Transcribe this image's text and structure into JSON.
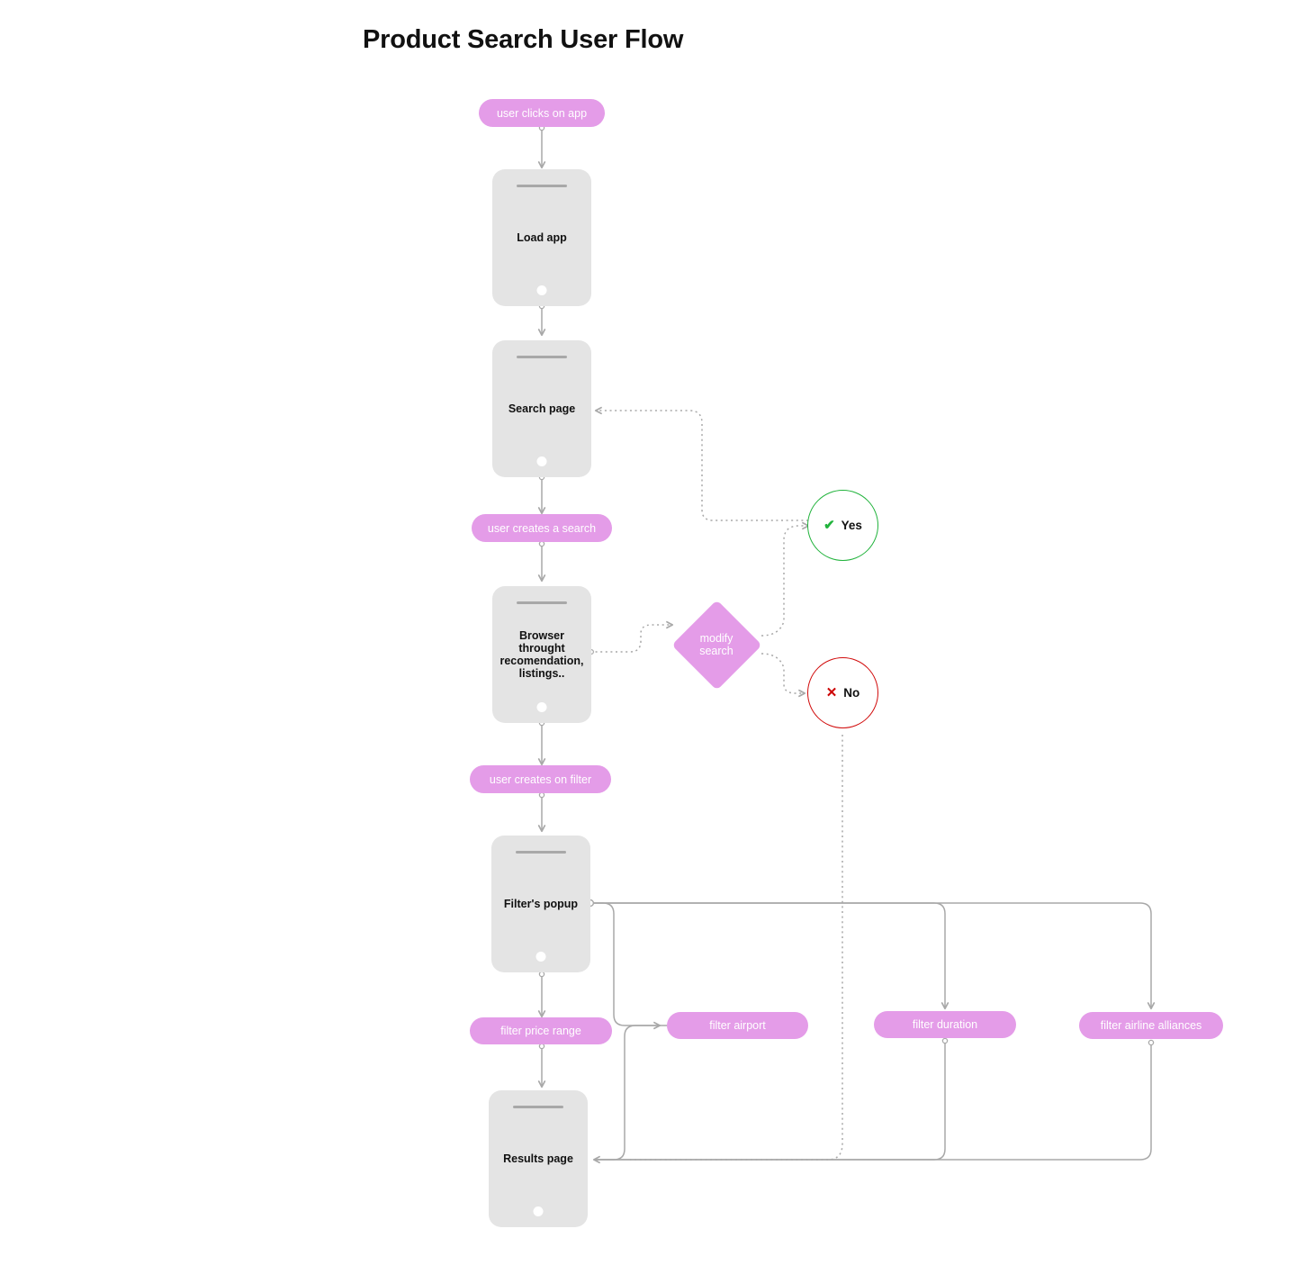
{
  "page": {
    "title": "Product Search User Flow",
    "background_color": "#ffffff"
  },
  "theme": {
    "pill_color": "#e49ce8",
    "pill_text_color": "#ffffff",
    "screen_color": "#e4e4e4",
    "screen_text_color": "#111111",
    "diamond_color": "#e49ce8",
    "yes_color": "#21b33c",
    "no_color": "#d10b0b",
    "connector_color": "#a8a8a8"
  },
  "nodes": {
    "start_event": {
      "label": "user clicks on app",
      "type": "pill"
    },
    "load_app": {
      "label": "Load app",
      "type": "screen"
    },
    "search_page": {
      "label": "Search page",
      "type": "screen"
    },
    "user_creates_search": {
      "label": "user creates a search",
      "type": "pill"
    },
    "browse": {
      "label": "Browser throught recomendation, listings..",
      "type": "screen"
    },
    "modify_search": {
      "label": "modify\nsearch",
      "line1": "modify",
      "line2": "search",
      "type": "diamond"
    },
    "decision_yes": {
      "label": "Yes",
      "glyph": "✔",
      "icon_name": "check-icon",
      "type": "circle"
    },
    "decision_no": {
      "label": "No",
      "glyph": "✕",
      "icon_name": "cross-icon",
      "type": "circle"
    },
    "user_creates_filter": {
      "label": "user creates on filter",
      "type": "pill"
    },
    "filters_popup": {
      "label": "Filter's popup",
      "type": "screen"
    },
    "filter_price_range": {
      "label": "filter price range",
      "type": "pill"
    },
    "filter_airport": {
      "label": "filter airport",
      "type": "pill"
    },
    "filter_duration": {
      "label": "filter duration",
      "type": "pill"
    },
    "filter_airline_alliances": {
      "label": "filter airline alliances",
      "type": "pill"
    },
    "results_page": {
      "label": "Results page",
      "type": "screen"
    }
  },
  "edges": [
    {
      "from": "start_event",
      "to": "load_app",
      "style": "solid"
    },
    {
      "from": "load_app",
      "to": "search_page",
      "style": "solid"
    },
    {
      "from": "search_page",
      "to": "user_creates_search",
      "style": "solid"
    },
    {
      "from": "user_creates_search",
      "to": "browse",
      "style": "solid"
    },
    {
      "from": "browse",
      "to": "modify_search",
      "style": "dotted"
    },
    {
      "from": "modify_search",
      "to": "decision_yes",
      "style": "dotted"
    },
    {
      "from": "modify_search",
      "to": "decision_no",
      "style": "dotted"
    },
    {
      "from": "decision_yes",
      "to": "search_page",
      "style": "dotted"
    },
    {
      "from": "decision_no",
      "to": "results_page",
      "style": "dotted"
    },
    {
      "from": "browse",
      "to": "user_creates_filter",
      "style": "solid"
    },
    {
      "from": "user_creates_filter",
      "to": "filters_popup",
      "style": "solid"
    },
    {
      "from": "filters_popup",
      "to": "filter_price_range",
      "style": "solid"
    },
    {
      "from": "filters_popup",
      "to": "filter_airport",
      "style": "solid"
    },
    {
      "from": "filters_popup",
      "to": "filter_duration",
      "style": "solid"
    },
    {
      "from": "filters_popup",
      "to": "filter_airline_alliances",
      "style": "solid"
    },
    {
      "from": "filter_price_range",
      "to": "results_page",
      "style": "solid"
    },
    {
      "from": "filter_airport",
      "to": "results_page",
      "style": "solid"
    },
    {
      "from": "filter_duration",
      "to": "results_page",
      "style": "solid"
    },
    {
      "from": "filter_airline_alliances",
      "to": "results_page",
      "style": "solid"
    }
  ]
}
